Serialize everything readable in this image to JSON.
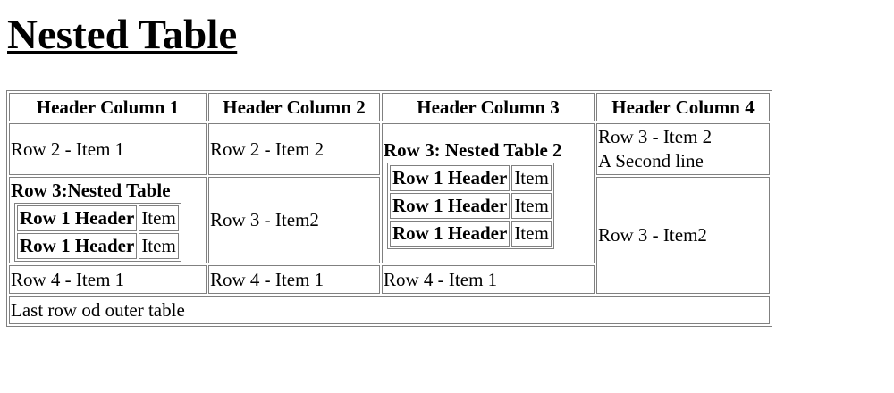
{
  "page": {
    "title": "Nested Table"
  },
  "outer_table": {
    "headers": [
      "Header Column 1",
      "Header Column 2",
      "Header Column 3",
      "Header Column 4"
    ],
    "row2": {
      "col1": "Row 2 - Item 1",
      "col2": "Row 2 - Item 2",
      "col4_line1": "Row 3 - Item 2",
      "col4_line2": "A Second line"
    },
    "nested2": {
      "title": "Row 3: Nested Table 2",
      "rows": [
        {
          "header": "Row 1 Header",
          "item": "Item"
        },
        {
          "header": "Row 1 Header",
          "item": "Item"
        },
        {
          "header": "Row 1 Header",
          "item": "Item"
        }
      ]
    },
    "row3": {
      "col2": "Row 3 - Item2",
      "col4": "Row 3 - Item2"
    },
    "nested1": {
      "title": "Row 3:Nested Table",
      "rows": [
        {
          "header": "Row 1 Header",
          "item": "Item"
        },
        {
          "header": "Row 1 Header",
          "item": "Item"
        }
      ]
    },
    "row4": {
      "col1": "Row 4 - Item 1",
      "col2": "Row 4 - Item 1",
      "col3": "Row 4 - Item 1"
    },
    "last_row": "Last row od outer table"
  },
  "colors": {
    "border": "#808080",
    "text": "#000000",
    "background": "#ffffff"
  }
}
